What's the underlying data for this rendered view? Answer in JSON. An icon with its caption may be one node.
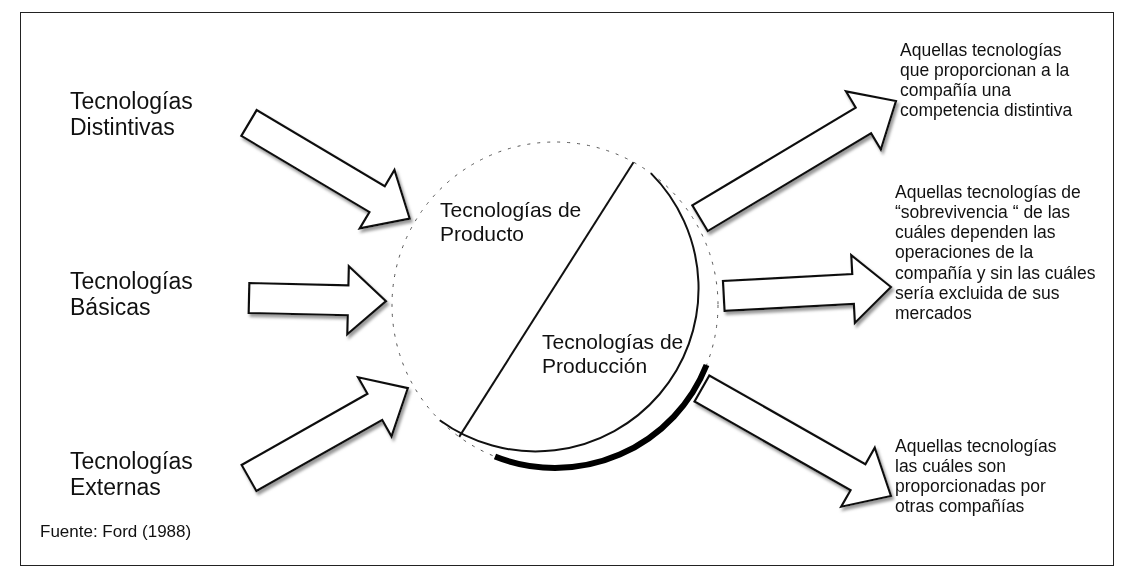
{
  "diagram": {
    "nodes": [
      {
        "text": [
          "Tecnologías Distintivas"
        ]
      },
      {
        "text": [
          "Tecnologías Básicas"
        ]
      },
      {
        "text": [
          "Tecnologías Externas"
        ]
      },
      {
        "text": [
          "Tecnologías de Producto",
          "Tecnologías de Producción"
        ]
      },
      {
        "text": [
          "Aquellas tecnologías que proporcionan a la compañía una competencia distintiva"
        ]
      },
      {
        "text": [
          "Aquellas tecnologías de “sobrevivencia “ de las cuáles dependen las operaciones de la compañía y sin las cuáles sería excluida de sus mercados"
        ]
      },
      {
        "text": [
          "Aquellas tecnologías las cuáles son proporcionadas por otras compañías"
        ]
      }
    ],
    "edges": [
      {
        "from": 0,
        "to": 3,
        "arrow": "to"
      },
      {
        "from": 1,
        "to": 3,
        "arrow": "to"
      },
      {
        "from": 2,
        "to": 3,
        "arrow": "to"
      },
      {
        "from": 3,
        "to": 4,
        "arrow": "to"
      },
      {
        "from": 3,
        "to": 5,
        "arrow": "to"
      },
      {
        "from": 3,
        "to": 6,
        "arrow": "to"
      }
    ],
    "labels": [
      "Fuente: Ford (1988)"
    ]
  }
}
